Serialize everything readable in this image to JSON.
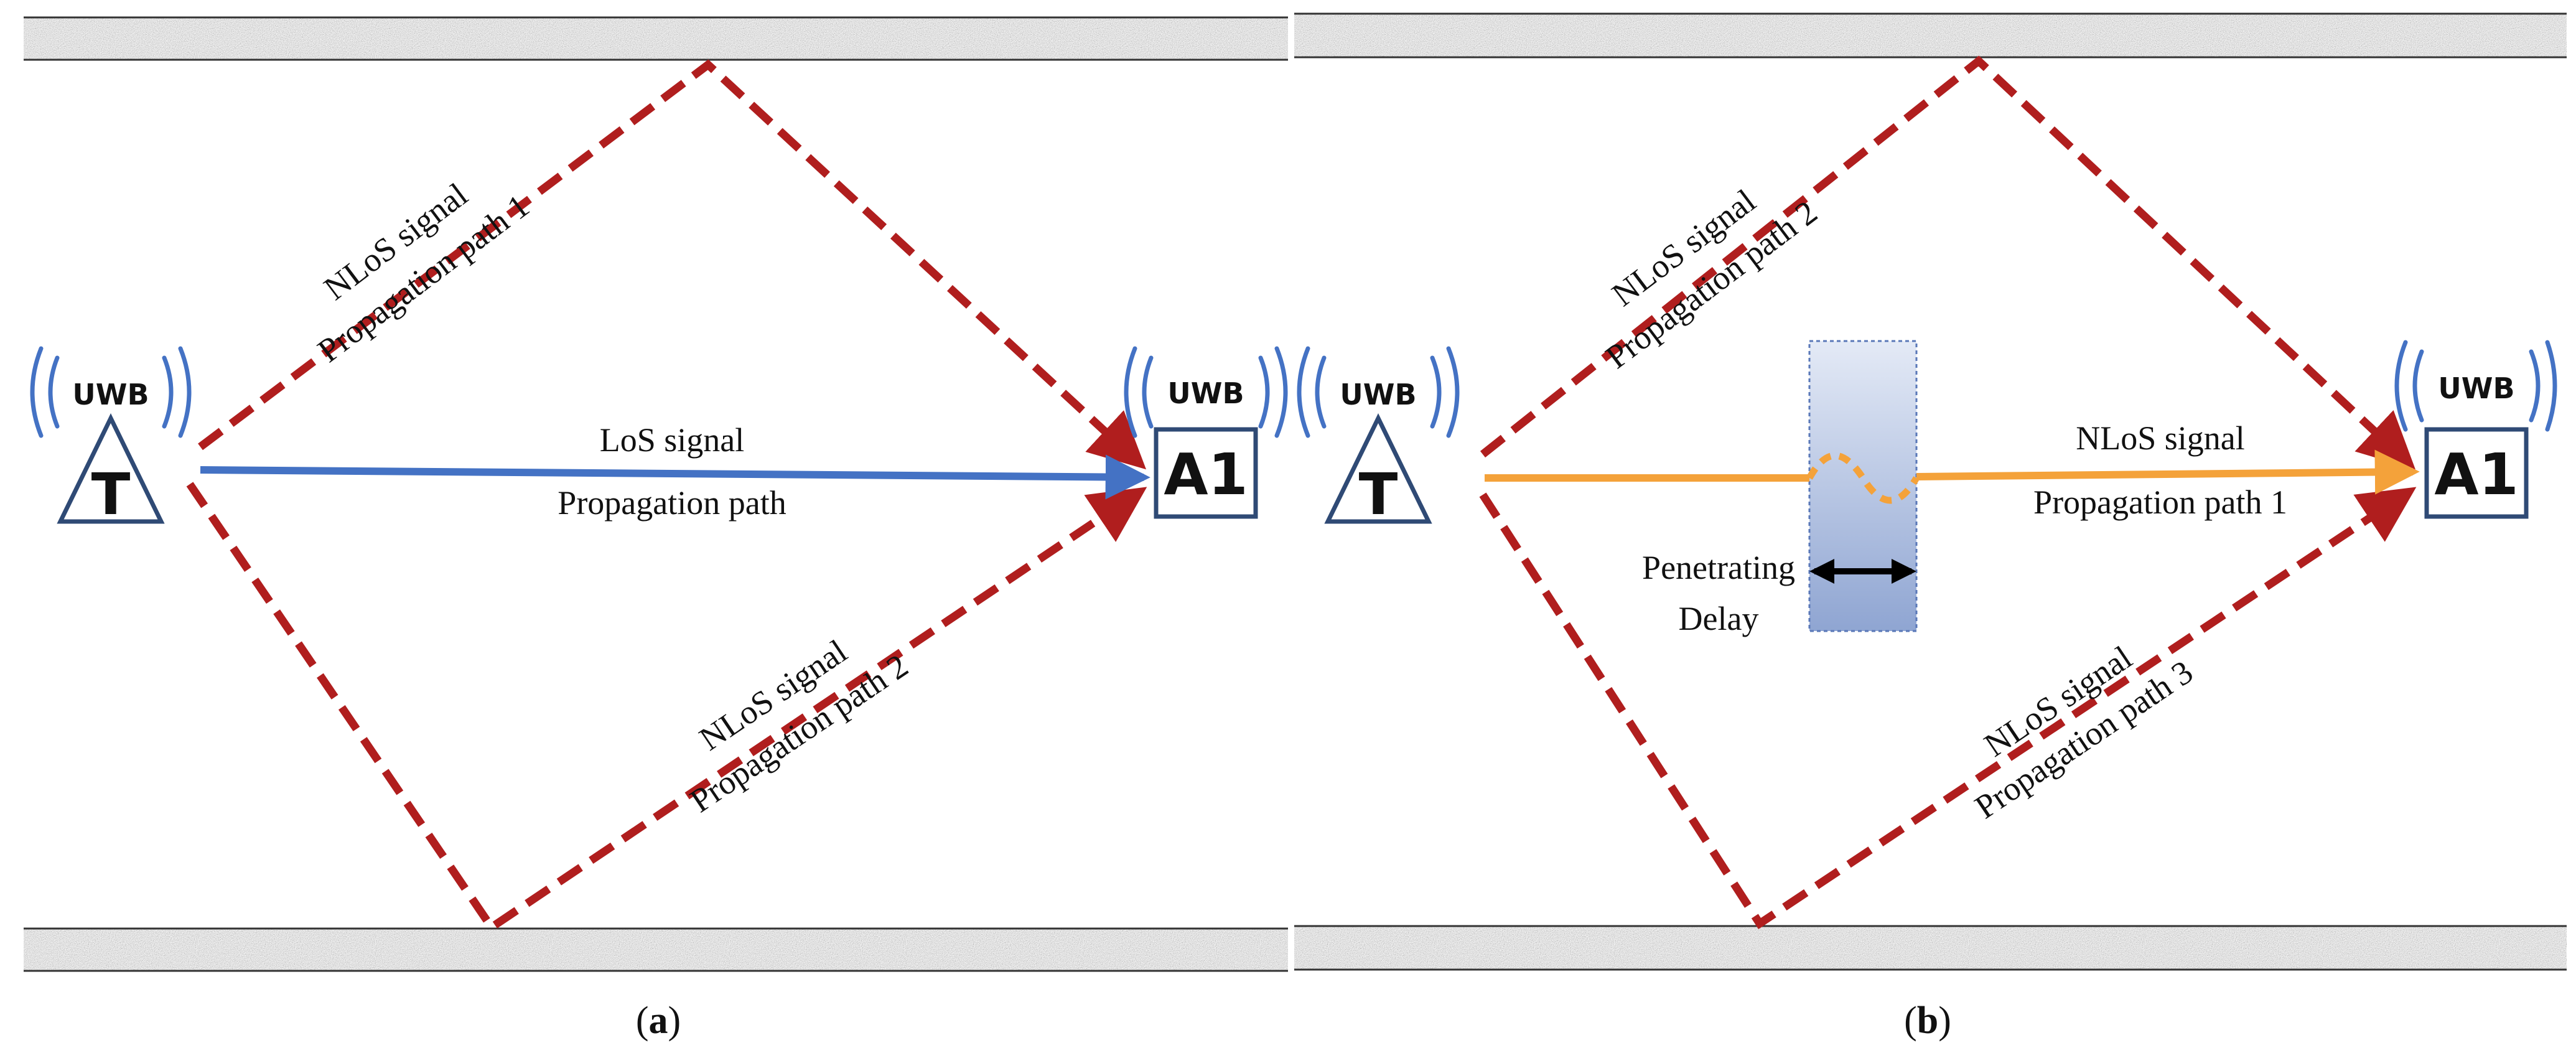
{
  "panels": [
    {
      "id": "a",
      "transmitter": {
        "label": "T",
        "badge": "UWB"
      },
      "anchor": {
        "label": "A1",
        "badge": "UWB"
      },
      "direct_path": [
        "LoS signal",
        "Propagation path"
      ],
      "upper_path": [
        "NLoS signal",
        "Propagation path 1"
      ],
      "lower_path": [
        "NLoS signal",
        "Propagation path 2"
      ],
      "caption": {
        "open": "(",
        "letter": "a",
        "close": ")"
      }
    },
    {
      "id": "b",
      "transmitter": {
        "label": "T",
        "badge": "UWB"
      },
      "anchor": {
        "label": "A1",
        "badge": "UWB"
      },
      "direct_path": [
        "NLoS signal",
        "Propagation path 1"
      ],
      "upper_path": [
        "NLoS signal",
        "Propagation path 2"
      ],
      "lower_path": [
        "NLoS signal",
        "Propagation path 3"
      ],
      "obstacle": [
        "Penetrating",
        "Delay"
      ],
      "caption": {
        "open": "(",
        "letter": "b",
        "close": ")"
      }
    }
  ],
  "colors": {
    "los": "#4472c4",
    "nlos_reflected": "#b01e1e",
    "nlos_penetrating": "#f4a23a",
    "node_stroke": "#2f4a75",
    "wave": "#4472c4",
    "wall": "#8a8a8a"
  }
}
